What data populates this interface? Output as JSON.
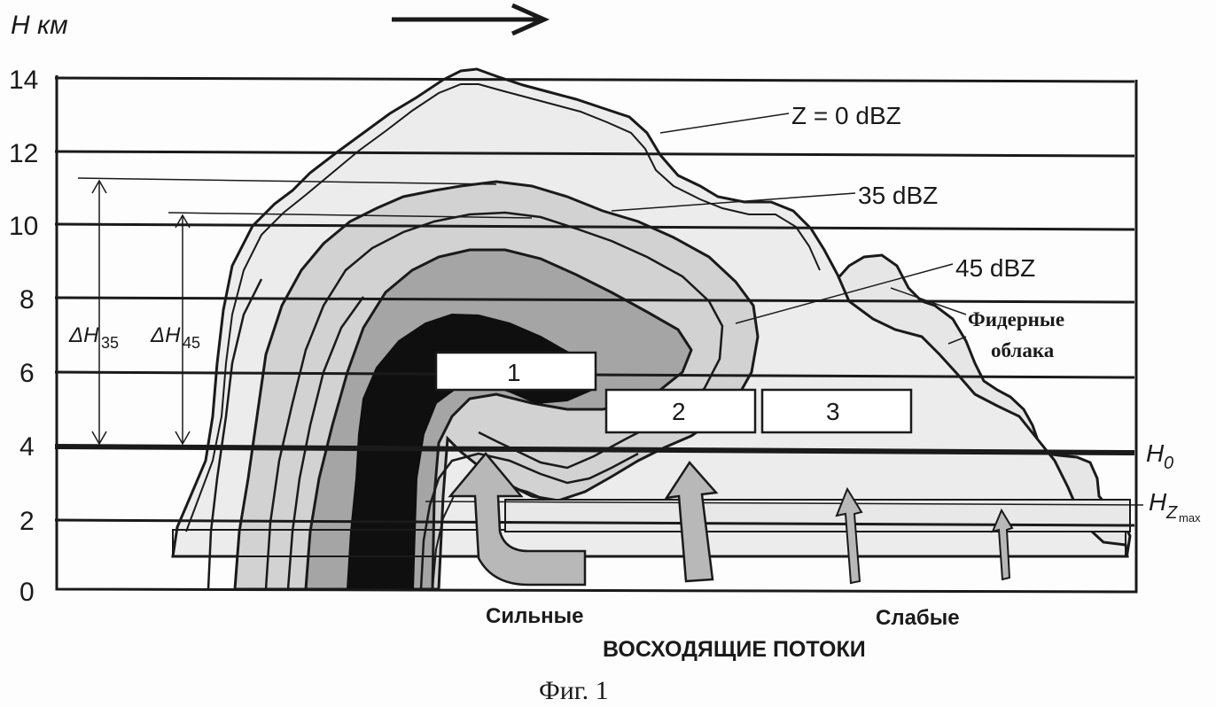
{
  "figure": {
    "y_axis_label": "H км",
    "y_ticks": [
      "14",
      "12",
      "10",
      "8",
      "6",
      "4",
      "2",
      "0"
    ],
    "contour_labels": {
      "z0": "Z = 0 dBZ",
      "z35": "35 dBZ",
      "z45": "45 dBZ"
    },
    "feeder_label_line1": "Фидерные",
    "feeder_label_line2": "облака",
    "delta_h35": "ΔH",
    "delta_h35_sub": "35",
    "delta_h45": "ΔH",
    "delta_h45_sub": "45",
    "h0_label": "H",
    "h0_sub": "0",
    "hz_label": "H",
    "hz_sub": "Z",
    "hz_subsub": "max",
    "box_labels": [
      "1",
      "2",
      "3"
    ],
    "strong_label": "Сильные",
    "weak_label": "Слабые",
    "updrafts_label": "ВОСХОДЯЩИЕ ПОТОКИ",
    "caption": "Фиг. 1",
    "colors": {
      "line": "#1a1a1a",
      "outer_fill": "#ececec",
      "fill_35": "#d2d2d2",
      "fill_45": "#a5a5a5",
      "core": "#0f0f0f",
      "arrow_fill": "#b8b8b8",
      "feeder_fill": "#e6e6e6"
    }
  }
}
